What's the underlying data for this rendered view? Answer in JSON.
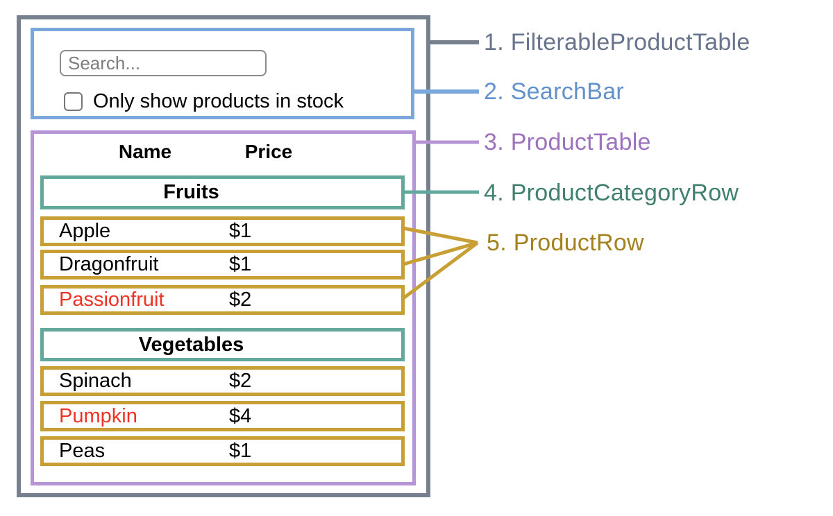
{
  "colors": {
    "outer": "#76808F",
    "searchbar": "#7AA7DC",
    "producttable": "#B794D6",
    "categoryrow": "#62A89D",
    "productrow": "#C79F35",
    "out_of_stock": "#EE3224",
    "label_1": "#68748B",
    "label_2": "#6292CC",
    "label_3": "#9C72BE",
    "label_4": "#40806F",
    "label_5": "#A5811E"
  },
  "diagram": {
    "search_bar": {
      "placeholder": "Search...",
      "checkbox_label": "Only show products in stock",
      "checkbox_checked": false
    },
    "product_table": {
      "columns": [
        "Name",
        "Price"
      ],
      "sections": [
        {
          "category": "Fruits",
          "products": [
            {
              "name": "Apple",
              "price": "$1",
              "in_stock": true
            },
            {
              "name": "Dragonfruit",
              "price": "$1",
              "in_stock": true
            },
            {
              "name": "Passionfruit",
              "price": "$2",
              "in_stock": false
            }
          ]
        },
        {
          "category": "Vegetables",
          "products": [
            {
              "name": "Spinach",
              "price": "$2",
              "in_stock": true
            },
            {
              "name": "Pumpkin",
              "price": "$4",
              "in_stock": false
            },
            {
              "name": "Peas",
              "price": "$1",
              "in_stock": true
            }
          ]
        }
      ]
    },
    "legend": [
      {
        "label": "1. FilterableProductTable"
      },
      {
        "label": "2. SearchBar"
      },
      {
        "label": "3. ProductTable"
      },
      {
        "label": "4. ProductCategoryRow"
      },
      {
        "label": "5. ProductRow"
      }
    ]
  }
}
